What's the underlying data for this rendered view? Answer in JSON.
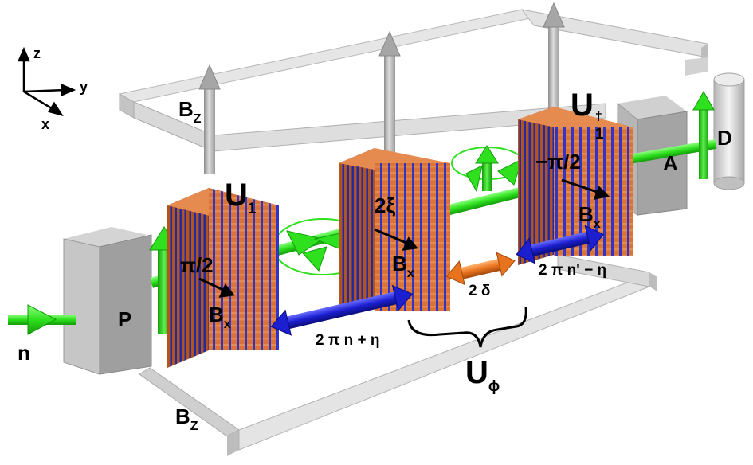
{
  "axes": {
    "z": "z",
    "y": "y",
    "x": "x"
  },
  "guide_field": {
    "upper_label": "B",
    "upper_sub": "Z",
    "lower_label": "B",
    "lower_sub": "Z"
  },
  "components": {
    "polarizer": "P",
    "analyzer": "A",
    "detector": "D",
    "neutron": "n"
  },
  "flippers": {
    "u1": {
      "label": "U",
      "sub": "1"
    },
    "u1_dagger": {
      "label": "U",
      "sup": "†",
      "sub": "1"
    }
  },
  "rotations": {
    "first_angle": "π/2",
    "first_field": "B",
    "first_field_sub": "x",
    "middle_angle": "2ξ",
    "middle_field": "B",
    "middle_field_sub": "x",
    "last_angle": "−π/2",
    "last_field": "B",
    "last_field_sub": "x"
  },
  "phases": {
    "blue_left": "2 π n + η",
    "orange": "2 δ",
    "blue_right": "2 π n' − η"
  },
  "u_phi": {
    "label": "U",
    "sub": "ϕ"
  },
  "colors": {
    "frame": "#d7d7d7",
    "flipper": "#d9733a",
    "flipper_wire": "#2f35c9",
    "spin": "#2ee01e",
    "phase_blue": "#1c1fd0",
    "phase_orange": "#e8731e",
    "block": "#b8b8b8",
    "field_arrow": "#a9a9a9"
  }
}
